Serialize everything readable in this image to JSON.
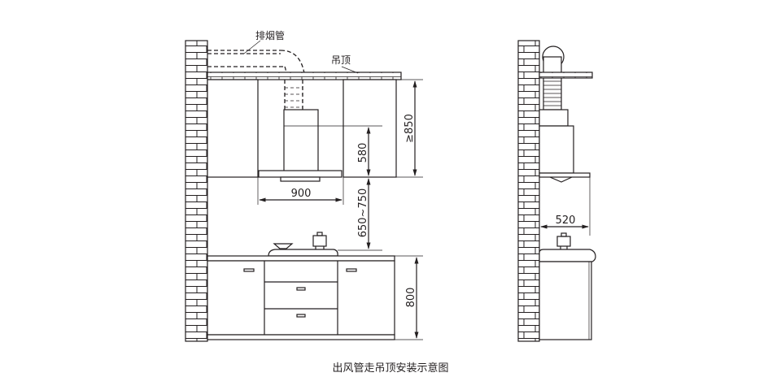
{
  "labels": {
    "exhaust_pipe": "排烟管",
    "ceiling": "吊顶"
  },
  "dimensions": {
    "cabinet_to_ceiling": "≥850",
    "hood_height": "580",
    "hood_width": "900",
    "hood_to_stove": "650~750",
    "counter_height": "800",
    "hood_depth": "520"
  },
  "caption": "出风管走吊顶安装示意图"
}
